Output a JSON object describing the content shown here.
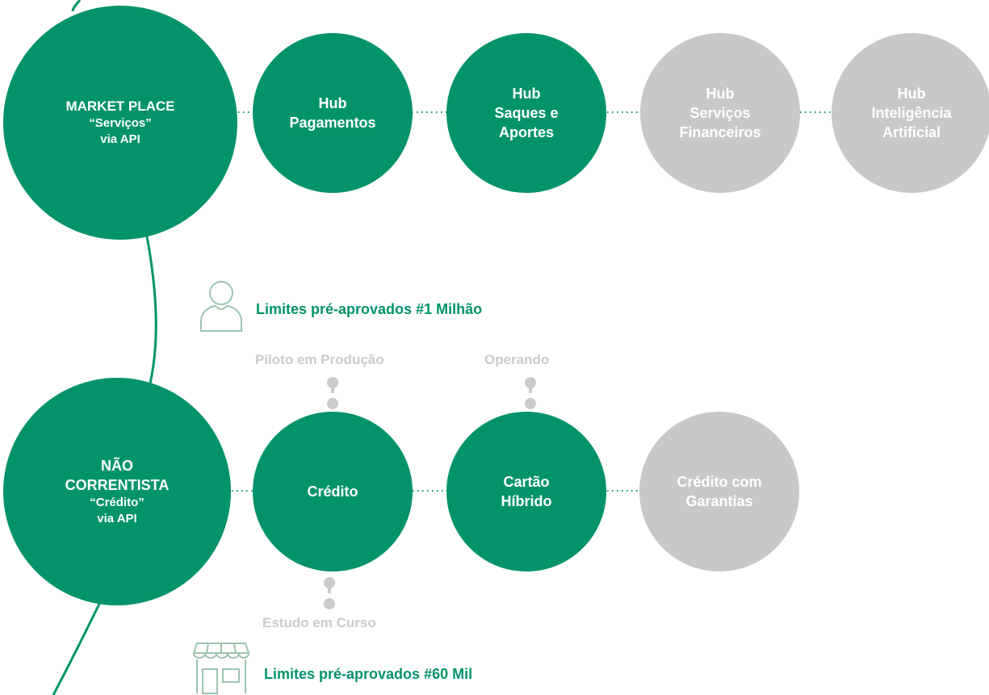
{
  "market_place": {
    "main": {
      "title": "MARKET PLACE",
      "sub1": "“Serviços”",
      "sub2": "via API"
    },
    "hubs": [
      {
        "lines": [
          "Hub",
          "Pagamentos"
        ],
        "status": "active"
      },
      {
        "lines": [
          "Hub",
          "Saques e",
          "Aportes"
        ],
        "status": "active"
      },
      {
        "lines": [
          "Hub",
          "Serviços",
          "Financeiros"
        ],
        "status": "planned"
      },
      {
        "lines": [
          "Hub",
          "Inteligência",
          "Artificial"
        ],
        "status": "planned"
      }
    ]
  },
  "nao_correntista": {
    "main": {
      "title1": "NÃO",
      "title2": "CORRENTISTA",
      "sub1": "“Crédito”",
      "sub2": "via API"
    },
    "products": [
      {
        "lines": [
          "Crédito"
        ],
        "status": "active"
      },
      {
        "lines": [
          "Cartão",
          "Híbrido"
        ],
        "status": "active"
      },
      {
        "lines": [
          "Crédito com",
          "Garantias"
        ],
        "status": "planned"
      }
    ],
    "statuses": {
      "credito": "Piloto em Produção",
      "cartao": "Operando",
      "estudo": "Estudo em Curso"
    }
  },
  "notes": {
    "person_limit": "Limites pré-aprovados #1 Milhão",
    "store_limit": "Limites pré-aprovados #60 Mil"
  },
  "icons": {
    "person": "person-outline-icon",
    "store": "storefront-icon"
  },
  "colors": {
    "green": "#03936a",
    "gray": "#c8c8c8",
    "status_gray": "#cbcbcb",
    "icon_gray": "#9ec4ae"
  }
}
